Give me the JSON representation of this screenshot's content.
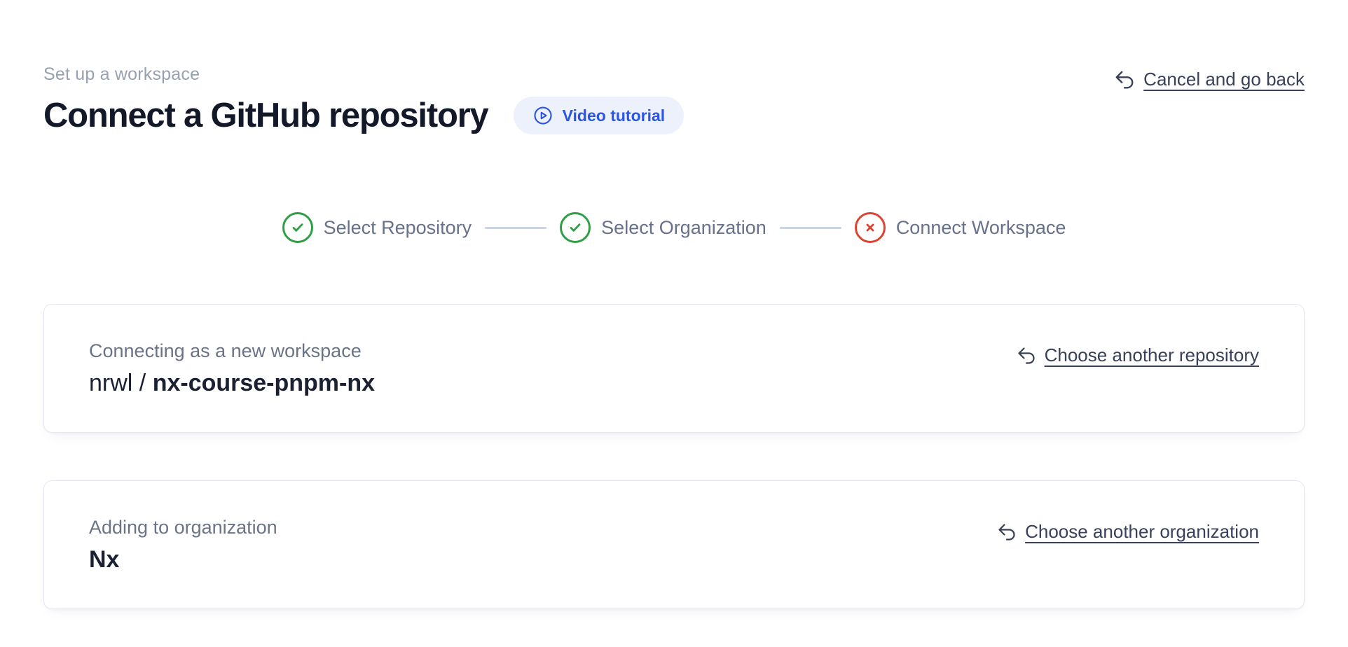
{
  "header": {
    "eyebrow": "Set up a workspace",
    "title": "Connect a GitHub repository",
    "video_tutorial_label": "Video tutorial",
    "cancel_link_label": "Cancel and go back"
  },
  "stepper": {
    "steps": [
      {
        "label": "Select Repository",
        "status": "complete"
      },
      {
        "label": "Select Organization",
        "status": "complete"
      },
      {
        "label": "Connect Workspace",
        "status": "error"
      }
    ]
  },
  "repository_card": {
    "label": "Connecting as a new workspace",
    "value_prefix": "nrwl / ",
    "value_main": "nx-course-pnpm-nx",
    "change_link_label": "Choose another repository"
  },
  "organization_card": {
    "label": "Adding to organization",
    "value": "Nx",
    "change_link_label": "Choose another organization"
  },
  "colors": {
    "accent_blue": "#2b55e2",
    "pill_background": "#edf1fc",
    "success_green": "#2f9e44",
    "error_red": "#dd4430",
    "muted_gray": "#97a1b2",
    "step_label_gray": "#68718a",
    "dark_text": "#14192a",
    "link_text": "#39415a",
    "card_border": "#e5e7f0",
    "connector_gray": "#cdd4e1"
  }
}
